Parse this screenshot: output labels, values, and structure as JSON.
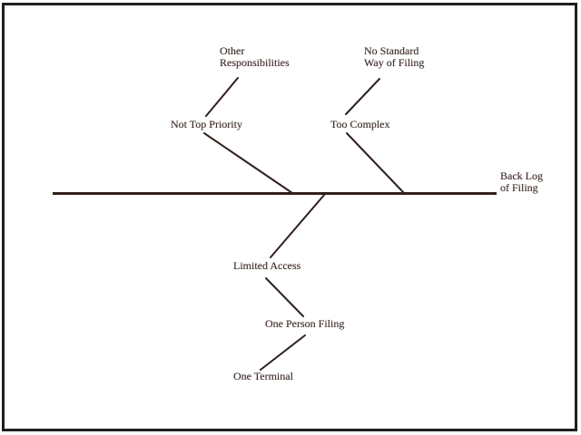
{
  "diagram": {
    "type": "fishbone-cause-effect",
    "effect": "Back Log\nof Filing",
    "top_branches": [
      {
        "cause": "Not Top Priority",
        "sub_cause": "Other\nResponsibilities"
      },
      {
        "cause": "Too Complex",
        "sub_cause": "No Standard\nWay of Filing"
      }
    ],
    "bottom_branches": [
      {
        "cause": "Limited Access",
        "sub_causes": [
          "One Person Filing",
          "One Terminal"
        ]
      }
    ]
  },
  "colors": {
    "ink": "#3b2a26",
    "line": "#31201d",
    "frame": "#1f1d1d",
    "background": "#ffffff"
  }
}
